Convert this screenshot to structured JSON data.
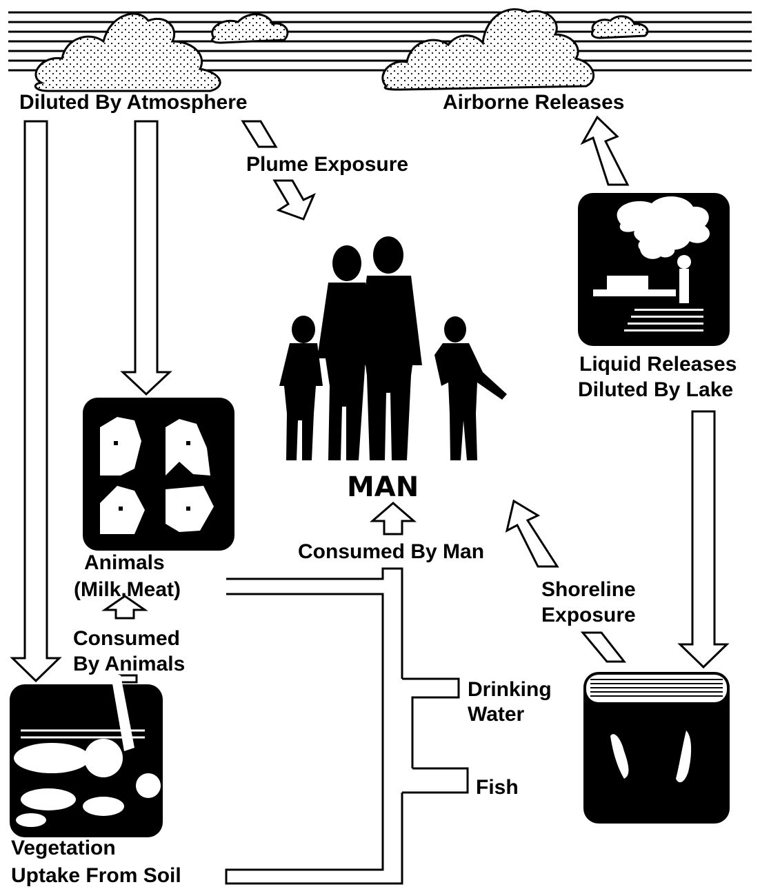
{
  "labels": {
    "diluted_by_atmosphere": "Diluted By Atmosphere",
    "airborne_releases": "Airborne Releases",
    "plume_exposure": "Plume Exposure",
    "liquid_releases_line1": "Liquid Releases",
    "liquid_releases_line2": "Diluted By Lake",
    "man": "MAN",
    "consumed_by_man": "Consumed By Man",
    "animals_line1": "Animals",
    "animals_line2": "(Milk,Meat)",
    "shoreline_line1": "Shoreline",
    "shoreline_line2": "Exposure",
    "consumed_by_animals_line1": "Consumed",
    "consumed_by_animals_line2": "By Animals",
    "drinking_water_line1": "Drinking",
    "drinking_water_line2": "Water",
    "fish": "Fish",
    "vegetation_line1": "Vegetation",
    "vegetation_line2": "Uptake From Soil"
  },
  "icons": {
    "clouds": "cloud-icon",
    "family": "family-silhouette-icon",
    "animals": "farm-animals-icon",
    "plant": "power-plant-icon",
    "lake": "lake-fish-icon",
    "vegetation": "vegetables-icon"
  }
}
